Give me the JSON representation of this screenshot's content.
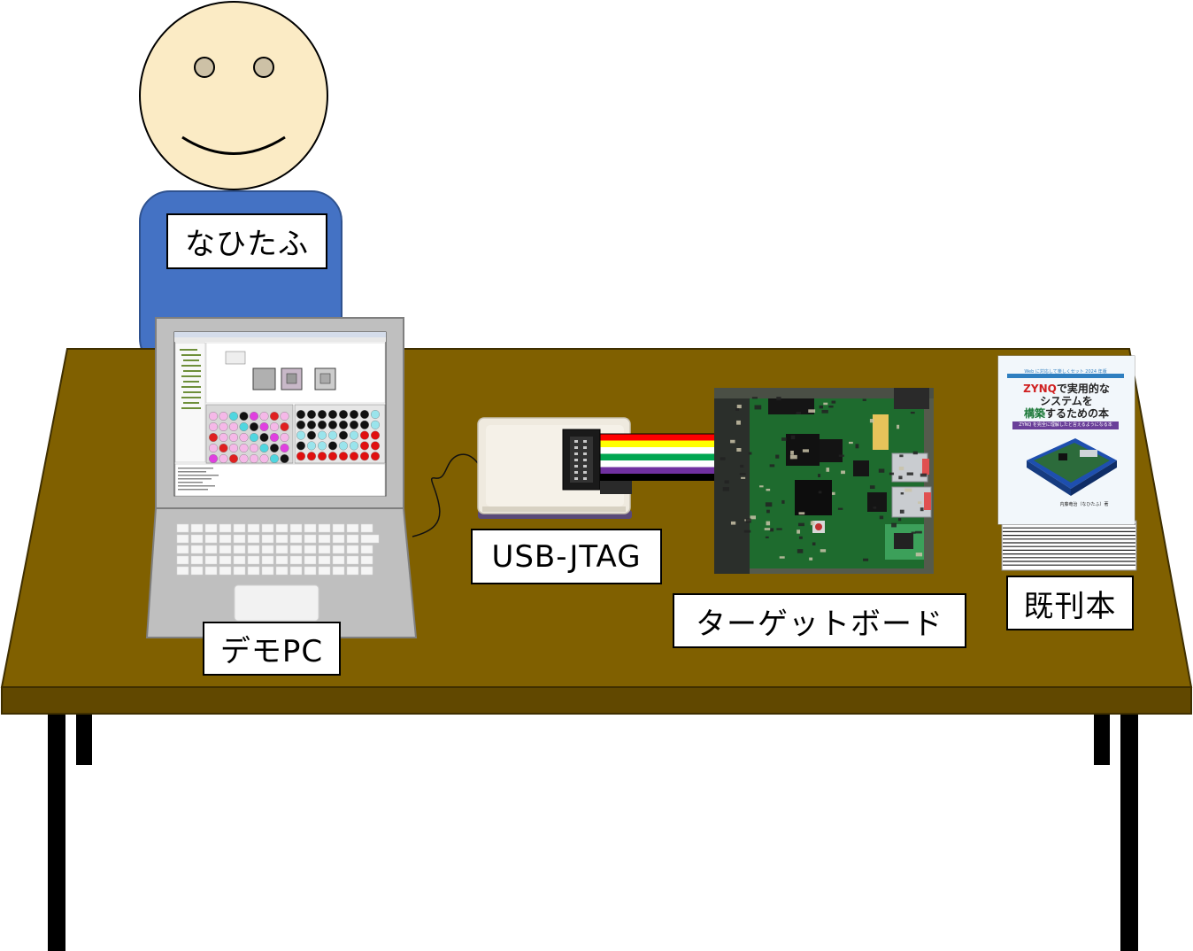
{
  "labels": {
    "person": "なひたふ",
    "demo_pc": "デモPC",
    "usb_jtag": "USB-JTAG",
    "target_board": "ターゲットボード",
    "book": "既刊本"
  },
  "book_cover": {
    "top_banner": "Web に対応して楽しくセット 2024 年版",
    "title_brand": "ZYNQ",
    "title_line1_rest": "で実用的な",
    "title_line2": "システムを",
    "title_line3_em": "構築",
    "title_line3_rest": "するための本",
    "subtitle": "ZYNQ を完全に理解したと言えるようになる本",
    "author": "内藤竜治（なひたふ）著"
  },
  "colors": {
    "table_top": "#806000",
    "table_edge": "#614800",
    "face": "#FBEBC5",
    "shirt": "#4472C4",
    "laptop_body": "#BFBFBF",
    "jtag_cable": [
      "#FF0000",
      "#FFFF00",
      "#FFFFFF",
      "#00A651",
      "#FFFFFF",
      "#7030A0",
      "#000000"
    ]
  }
}
